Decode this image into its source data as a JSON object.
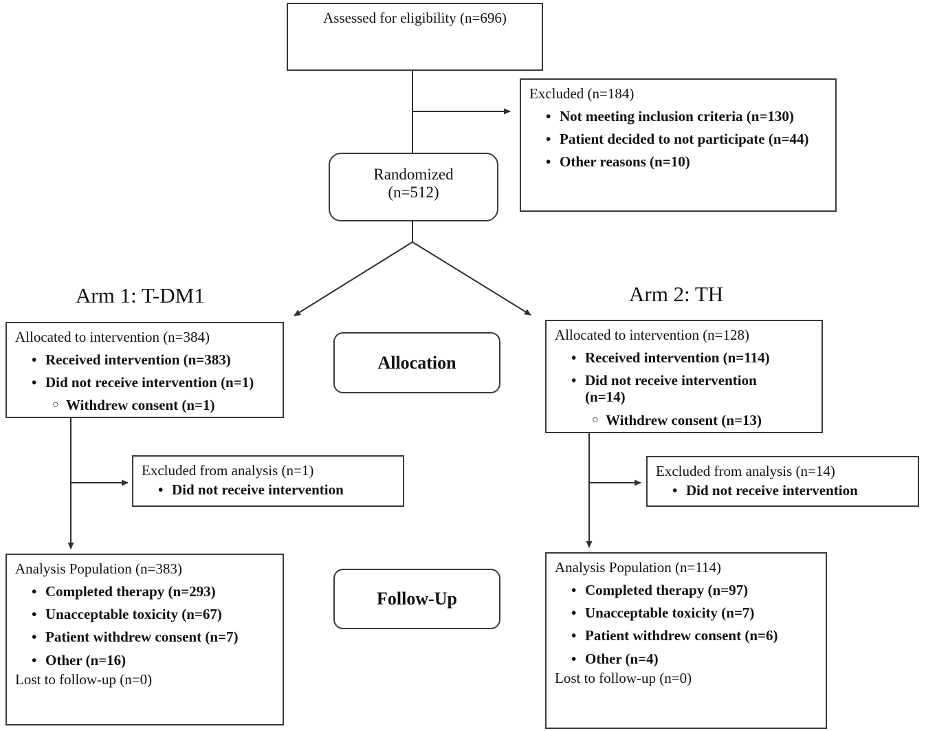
{
  "arms": {
    "arm1": "Arm 1: T-DM1",
    "arm2": "Arm 2: TH"
  },
  "stages": {
    "allocation": "Allocation",
    "followup": "Follow-Up"
  },
  "boxes": {
    "assessed": {
      "title": "Assessed for eligibility (n=696)"
    },
    "excluded": {
      "title": "Excluded (n=184)",
      "items": [
        {
          "bullet": "•",
          "text": "Not meeting inclusion criteria (n=130)"
        },
        {
          "bullet": "•",
          "text": "Patient decided to not participate (n=44)"
        },
        {
          "bullet": "•",
          "text": "Other reasons (n=10)"
        }
      ]
    },
    "randomized": {
      "line1": "Randomized",
      "line2": "(n=512)"
    },
    "arm1_allocation": {
      "title": "Allocated to intervention (n=384)",
      "items": [
        {
          "bullet": "•",
          "text": "Received intervention (n=383)"
        },
        {
          "bullet": "•",
          "text": "Did not receive intervention (n=1)"
        },
        {
          "bullet": "○",
          "text": "Withdrew consent (n=1)"
        }
      ]
    },
    "arm2_allocation": {
      "title": "Allocated to intervention (n=128)",
      "items": [
        {
          "bullet": "•",
          "text": "Received intervention (n=114)"
        },
        {
          "bullet": "•",
          "text": "Did not receive intervention (n=14)"
        },
        {
          "bullet": "○",
          "text": "Withdrew consent (n=13)"
        }
      ]
    },
    "arm1_excluded_analysis": {
      "title": "Excluded from analysis (n=1)",
      "items": [
        {
          "bullet": "•",
          "text": "Did not receive intervention"
        }
      ]
    },
    "arm2_excluded_analysis": {
      "title": "Excluded from analysis (n=14)",
      "items": [
        {
          "bullet": "•",
          "text": "Did not receive intervention"
        }
      ]
    },
    "arm1_analysis": {
      "title": "Analysis Population (n=383)",
      "items": [
        {
          "bullet": "•",
          "text": "Completed therapy (n=293)"
        },
        {
          "bullet": "•",
          "text": "Unacceptable toxicity (n=67)"
        },
        {
          "bullet": "•",
          "text": "Patient withdrew consent (n=7)"
        },
        {
          "bullet": "•",
          "text": "Other (n=16)"
        }
      ],
      "footer": "Lost to follow-up (n=0)"
    },
    "arm2_analysis": {
      "title": "Analysis Population (n=114)",
      "items": [
        {
          "bullet": "•",
          "text": "Completed therapy (n=97)"
        },
        {
          "bullet": "•",
          "text": "Unacceptable toxicity (n=7)"
        },
        {
          "bullet": "•",
          "text": "Patient withdrew consent (n=6)"
        },
        {
          "bullet": "•",
          "text": "Other (n=4)"
        }
      ],
      "footer": "Lost to follow-up (n=0)"
    }
  },
  "colors": {
    "line": "#2f2f2f",
    "border": "#3a3a3a",
    "text": "#111111"
  }
}
